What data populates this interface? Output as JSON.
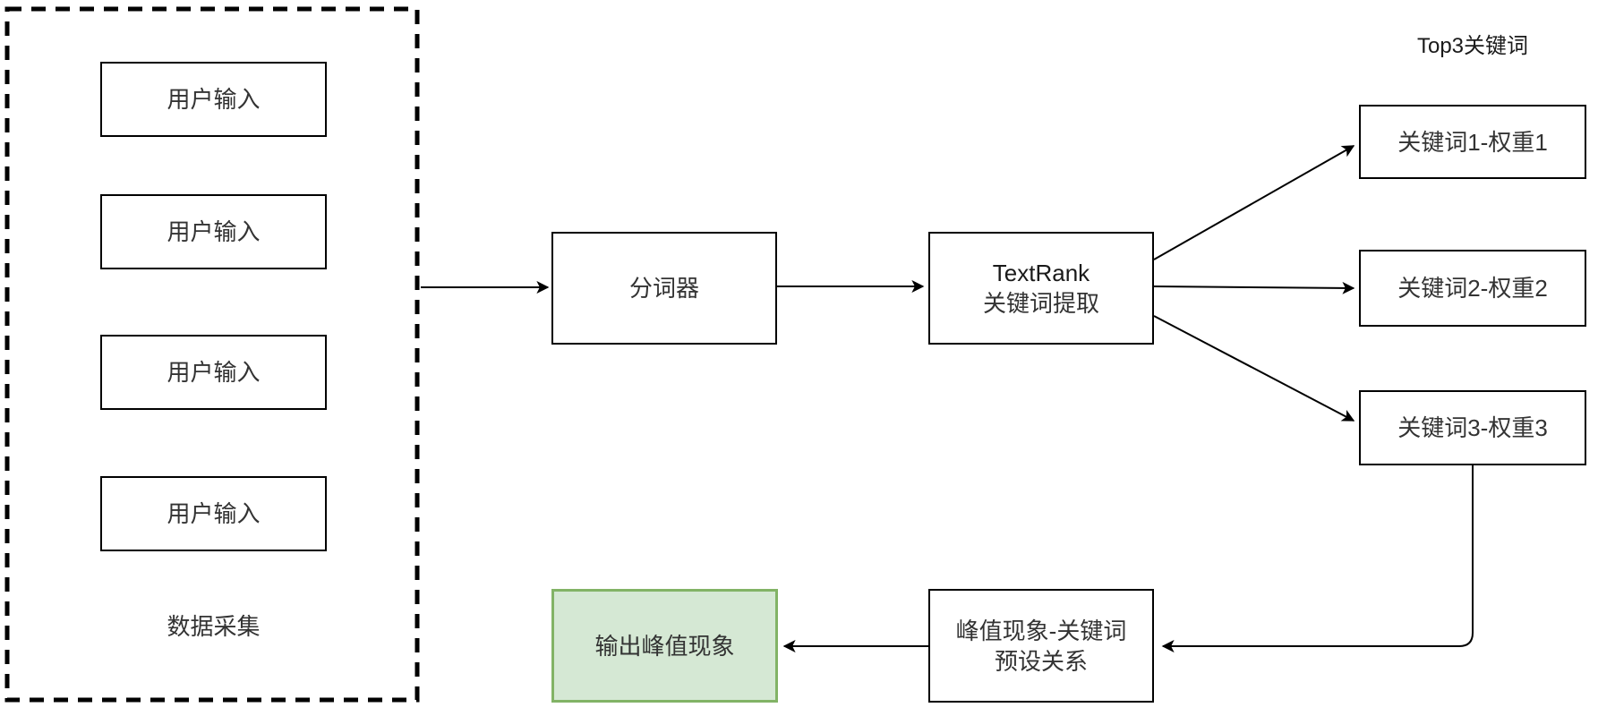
{
  "diagram": {
    "data_collection": {
      "label": "数据采集",
      "inputs": [
        "用户输入",
        "用户输入",
        "用户输入",
        "用户输入"
      ]
    },
    "tokenizer": {
      "label": "分词器"
    },
    "textrank": {
      "line1": "TextRank",
      "line2": "关键词提取"
    },
    "top3_label": "Top3关键词",
    "keywords": [
      "关键词1-权重1",
      "关键词2-权重2",
      "关键词3-权重3"
    ],
    "mapping": {
      "line1": "峰值现象-关键词",
      "line2": "预设关系"
    },
    "output": {
      "label": "输出峰值现象"
    },
    "colors": {
      "line": "#000000",
      "node_border": "#000000",
      "node_fill": "#ffffff",
      "output_fill": "#d5e8d4",
      "output_border": "#82b366",
      "text": "#333333"
    }
  }
}
